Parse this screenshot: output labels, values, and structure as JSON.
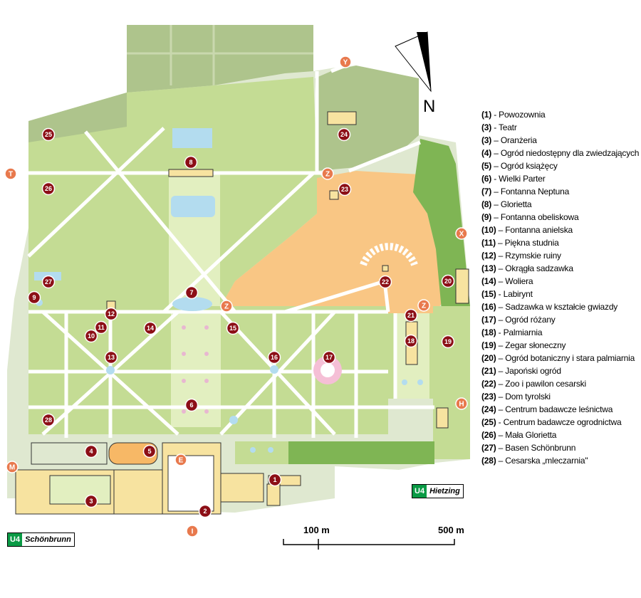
{
  "compass": {
    "label": "N"
  },
  "scale": {
    "label_a": "100 m",
    "label_b": "500 m"
  },
  "stations": [
    {
      "line": "U4",
      "name": "Hietzing"
    },
    {
      "line": "U4",
      "name": "Schönbrunn"
    }
  ],
  "entrances": [
    "Y",
    "T",
    "Z",
    "Z",
    "Z",
    "X",
    "H",
    "M",
    "E",
    "I"
  ],
  "markers": [
    "1",
    "2",
    "3",
    "4",
    "5",
    "6",
    "7",
    "8",
    "9",
    "10",
    "11",
    "12",
    "13",
    "14",
    "15",
    "16",
    "17",
    "18",
    "19",
    "20",
    "21",
    "22",
    "23",
    "24",
    "25",
    "26",
    "27",
    "28"
  ],
  "legend": [
    {
      "num": "(1)",
      "sep": " - ",
      "text": "Powozownia"
    },
    {
      "num": "(3)",
      "sep": " - ",
      "text": "Teatr"
    },
    {
      "num": "(3)",
      "sep": " – ",
      "text": "Oranżeria"
    },
    {
      "num": "(4)",
      "sep": " – ",
      "text": "Ogród niedostępny dla zwiedzających"
    },
    {
      "num": "(5)",
      "sep": " – ",
      "text": "Ogród książęcy"
    },
    {
      "num": "(6)",
      "sep": " - ",
      "text": "Wielki Parter"
    },
    {
      "num": "(7)",
      "sep": " – ",
      "text": "Fontanna Neptuna"
    },
    {
      "num": "(8)",
      "sep": " – ",
      "text": "Glorietta"
    },
    {
      "num": "(9)",
      "sep": " – ",
      "text": "Fontanna obeliskowa"
    },
    {
      "num": "(10)",
      "sep": " – ",
      "text": "Fontanna anielska"
    },
    {
      "num": "(11)",
      "sep": " – ",
      "text": "Piękna studnia"
    },
    {
      "num": "(12)",
      "sep": " – ",
      "text": "Rzymskie ruiny"
    },
    {
      "num": "(13)",
      "sep": " – ",
      "text": "Okrągła sadzawka"
    },
    {
      "num": "(14)",
      "sep": " – ",
      "text": "Woliera"
    },
    {
      "num": "(15)",
      "sep": " - ",
      "text": "Labirynt"
    },
    {
      "num": "(16)",
      "sep": " – ",
      "text": "Sadzawka w kształcie gwiazdy"
    },
    {
      "num": "(17)",
      "sep": " – ",
      "text": "Ogród różany"
    },
    {
      "num": "(18)",
      "sep": " - ",
      "text": "Palmiarnia"
    },
    {
      "num": "(19)",
      "sep": " – ",
      "text": "Zegar słoneczny"
    },
    {
      "num": "(20)",
      "sep": " – ",
      "text": "Ogród botaniczny i stara palmiarnia"
    },
    {
      "num": "(21)",
      "sep": " – ",
      "text": "Japoński ogród"
    },
    {
      "num": "(22)",
      "sep": " – ",
      "text": "Zoo i pawilon cesarski"
    },
    {
      "num": "(23)",
      "sep": " – ",
      "text": "Dom tyrolski"
    },
    {
      "num": "(24)",
      "sep": " – ",
      "text": "Centrum badawcze leśnictwa"
    },
    {
      "num": "(25)",
      "sep": " -  ",
      "text": "Centrum badawcze ogrodnictwa"
    },
    {
      "num": "(26)",
      "sep": " – ",
      "text": "Mała Glorietta"
    },
    {
      "num": "(27)",
      "sep": " – ",
      "text": "Basen Schönbrunn"
    },
    {
      "num": "(28)",
      "sep": " – ",
      "text": "Cesarska „mleczarnia\""
    }
  ],
  "colors": {
    "forest": "#aec48c",
    "lawn": "#c4dc94",
    "parterre": "#e2efc0",
    "zoo": "#f9c684",
    "botanic": "#7fb554",
    "pale": "#dfe8d0",
    "building": "#f7e3a0",
    "water": "#b3dcef",
    "marker": "#8c0f16",
    "entrance": "#e8794d"
  }
}
